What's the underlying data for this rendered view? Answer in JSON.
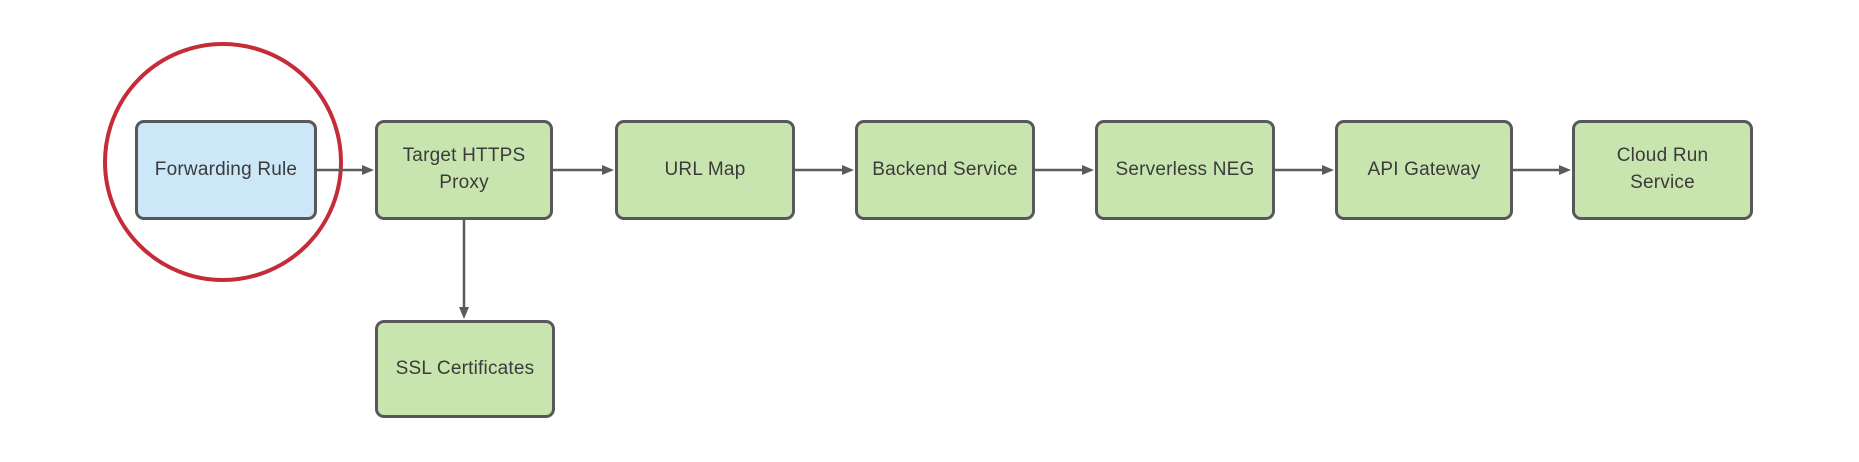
{
  "diagram": {
    "colors": {
      "node_border": "#58585a",
      "green_fill": "#c9e5af",
      "blue_fill": "#cbe7f8",
      "arrow": "#5b5b5b",
      "text": "#3b3b3b",
      "highlight_red": "#c62b38",
      "background": "#ffffff"
    },
    "nodes": [
      {
        "id": "forwarding-rule",
        "label": "Forwarding Rule",
        "fill": "#cbe7f8",
        "highlighted": true
      },
      {
        "id": "target-https-proxy",
        "label": "Target HTTPS\nProxy",
        "fill": "#c9e5af",
        "highlighted": false
      },
      {
        "id": "url-map",
        "label": "URL Map",
        "fill": "#c9e5af",
        "highlighted": false
      },
      {
        "id": "backend-service",
        "label": "Backend Service",
        "fill": "#c9e5af",
        "highlighted": false
      },
      {
        "id": "serverless-neg",
        "label": "Serverless NEG",
        "fill": "#c9e5af",
        "highlighted": false
      },
      {
        "id": "api-gateway",
        "label": "API Gateway",
        "fill": "#c9e5af",
        "highlighted": false
      },
      {
        "id": "cloud-run-service",
        "label": "Cloud Run\nService",
        "fill": "#c9e5af",
        "highlighted": false
      },
      {
        "id": "ssl-certificates",
        "label": "SSL Certificates",
        "fill": "#c9e5af",
        "highlighted": false
      }
    ],
    "edges": [
      {
        "from": "forwarding-rule",
        "to": "target-https-proxy"
      },
      {
        "from": "target-https-proxy",
        "to": "url-map"
      },
      {
        "from": "url-map",
        "to": "backend-service"
      },
      {
        "from": "backend-service",
        "to": "serverless-neg"
      },
      {
        "from": "serverless-neg",
        "to": "api-gateway"
      },
      {
        "from": "api-gateway",
        "to": "cloud-run-service"
      },
      {
        "from": "target-https-proxy",
        "to": "ssl-certificates"
      }
    ],
    "annotation": {
      "shape": "circle",
      "around": "forwarding-rule",
      "color": "#c62b38"
    }
  }
}
